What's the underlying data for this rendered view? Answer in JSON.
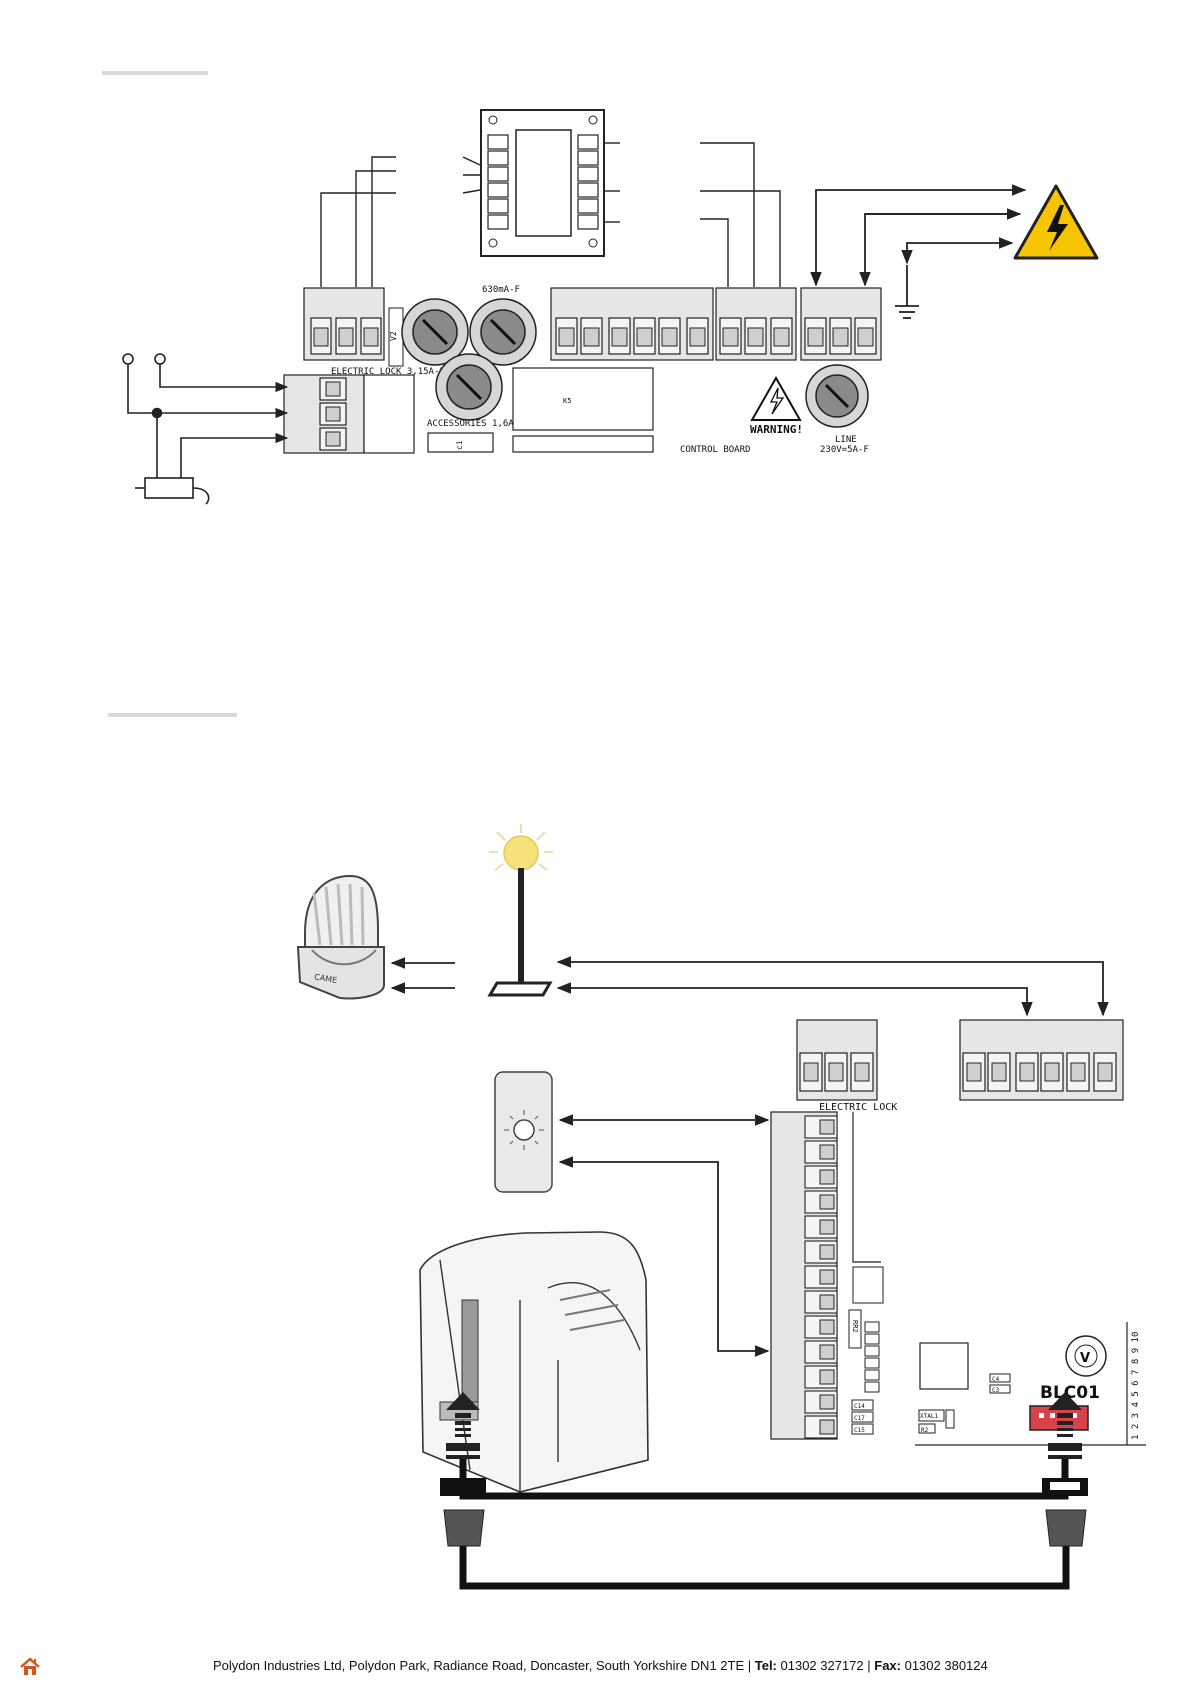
{
  "diagram_top": {
    "labels": {
      "electric_lock": "ELECTRIC LOCK 3,15A-F",
      "fuse_top": "630mA-F",
      "accessories": "ACCESSORIES 1,6A-F",
      "relay": "K5",
      "warning": "WARNING!",
      "control_board": "CONTROL BOARD",
      "line_1": "LINE",
      "line_2": "230V=5A-F",
      "v2": "V2",
      "side_marker": "ci"
    }
  },
  "diagram_bottom": {
    "labels": {
      "electric_lock": "ELECTRIC LOCK",
      "card": "BLC01",
      "xtal": "XTAL1",
      "r2": "R2",
      "c4": "C4",
      "c3": "C3",
      "rr2": "RR2",
      "c14": "C14",
      "c17": "C17",
      "c15": "C15",
      "brand": "CAME",
      "dip": "1 2 3 4 5 6 7 8 9 10"
    }
  },
  "footer": {
    "home_icon": "home-icon",
    "company": "Polydon Industries Ltd, Polydon Park, Radiance Road, Doncaster, South Yorkshire DN1 2TE | ",
    "tel_label": "Tel:",
    "tel_value": " 01302 327172 | ",
    "fax_label": "Fax:",
    "fax_value": " 01302 380124"
  }
}
